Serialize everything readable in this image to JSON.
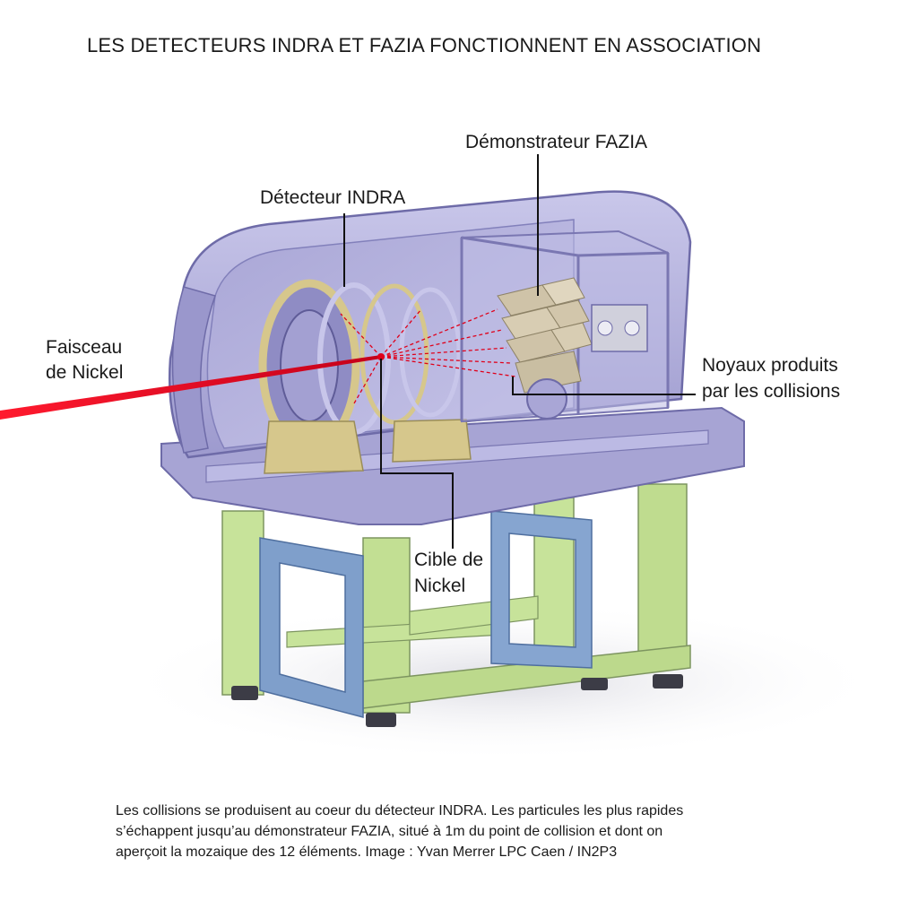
{
  "title": "LES DETECTEURS INDRA ET FAZIA FONCTIONNENT EN ASSOCIATION",
  "labels": {
    "fazia": "Démonstrateur FAZIA",
    "indra": "Détecteur INDRA",
    "beam_line1": "Faisceau",
    "beam_line2": "de Nickel",
    "nuclei_line1": "Noyaux produits",
    "nuclei_line2": "par les collisions",
    "target_line1": "Cible de",
    "target_line2": "Nickel"
  },
  "caption": {
    "line1": "Les collisions se produisent au coeur du détecteur INDRA. Les particules les plus rapides",
    "line2": "s’échappent jusqu’au démonstrateur FAZIA, situé à 1m du point de collision et dont on",
    "line3": "aperçoit la mozaique des 12 éléments.  Image : Yvan Merrer LPC Caen / IN2P3"
  },
  "colors": {
    "chamber": "#b5b3dc",
    "chamber_dark": "#8f8cc4",
    "support_green": "#c7e39a",
    "frame_blue": "#7f9fcb",
    "beam": "#e0001a",
    "ring_gold": "#d6c78c",
    "fazia_tile": "#cfc3a8"
  }
}
